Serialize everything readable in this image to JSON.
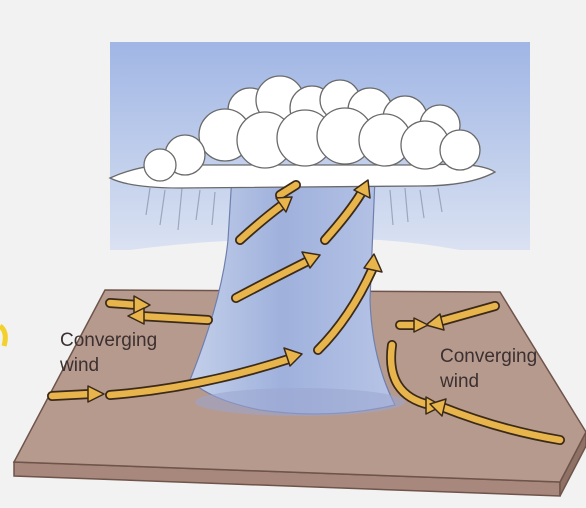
{
  "diagram": {
    "labels": {
      "left_line1": "Converging",
      "left_line2": "wind",
      "right_line1": "Converging",
      "right_line2": "wind"
    },
    "colors": {
      "background": "#f3f2f2",
      "sky": "#a8bde6",
      "funnel": "#a4b4de",
      "ground_top": "#a98b80",
      "ground_side": "#b89a8d",
      "arrow_fill": "#e7b54c",
      "arrow_outline": "#3b2a1a",
      "cloud": "#ffffff"
    }
  }
}
